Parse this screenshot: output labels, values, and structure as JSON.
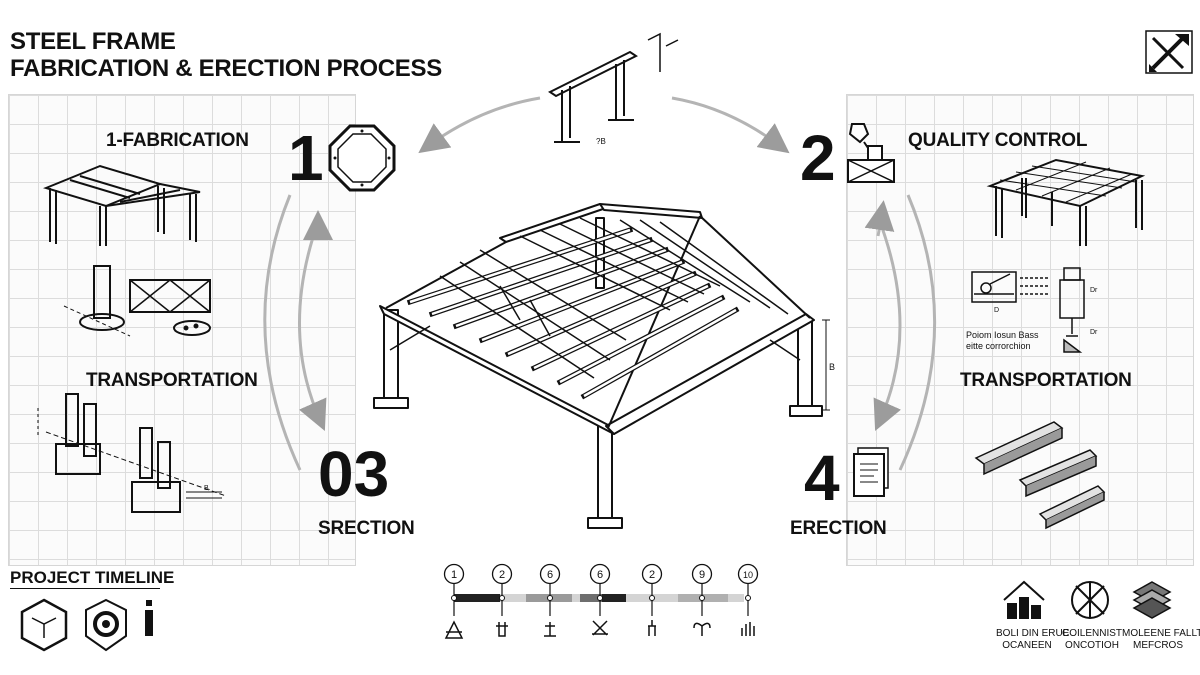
{
  "header": {
    "title_line1": "STEEL FRAME",
    "title_line2": "FABRICATION & ERECTION PROCESS",
    "corner_icon": "tools-icon"
  },
  "steps": {
    "step1": {
      "number": "1",
      "label": "1-FABRICATION",
      "icon": "octagon-plate-icon"
    },
    "step2": {
      "number": "2",
      "label": "QUALITY CONTROL",
      "icon": "inspection-icon"
    },
    "step3": {
      "number": "03",
      "label": "SRECTION"
    },
    "step4": {
      "number": "4",
      "label": "ERECTION",
      "icon": "document-icon"
    }
  },
  "left_panel": {
    "transport_label": "TRANSPORTATION"
  },
  "right_panel": {
    "transport_label": "TRANSPORTATION",
    "detail_caption_line1": "Poiom Iosun Bass",
    "detail_caption_line2": "eitte corrorchion",
    "dim_a": "D",
    "dim_b": "Dr",
    "dim_c": "Dr"
  },
  "center": {
    "dim_label": "B",
    "beam_dim": "?B"
  },
  "timeline": {
    "title": "PROJECT TIMELINE",
    "icons": [
      "cube-icon",
      "gear-shield-icon",
      "info-icon"
    ],
    "markers": [
      {
        "label": "1",
        "icon": "crane-icon"
      },
      {
        "label": "2",
        "icon": "drill-icon"
      },
      {
        "label": "6",
        "icon": "lift-icon"
      },
      {
        "label": "6",
        "icon": "cross-brace-icon"
      },
      {
        "label": "2",
        "icon": "worker-icon"
      },
      {
        "label": "9",
        "icon": "plant-icon"
      },
      {
        "label": "10",
        "icon": "bar-chart-icon"
      }
    ]
  },
  "legend": [
    {
      "icon": "building-icon",
      "line1": "BOLI DIN ERUE",
      "line2": "OCANEEN"
    },
    {
      "icon": "steel-wheel-icon",
      "line1": "COILENNIST",
      "line2": "ONCOTIOH"
    },
    {
      "icon": "layers-icon",
      "line1": "MOLEENE FALLT",
      "line2": "MEFCROS"
    }
  ],
  "colors": {
    "ink": "#111111",
    "grid": "#dcdcdc",
    "arrow": "#a8a8a8",
    "bar_dark": "#222222",
    "bar_mid": "#9a9a9a",
    "bar_light": "#d4d4d4"
  }
}
